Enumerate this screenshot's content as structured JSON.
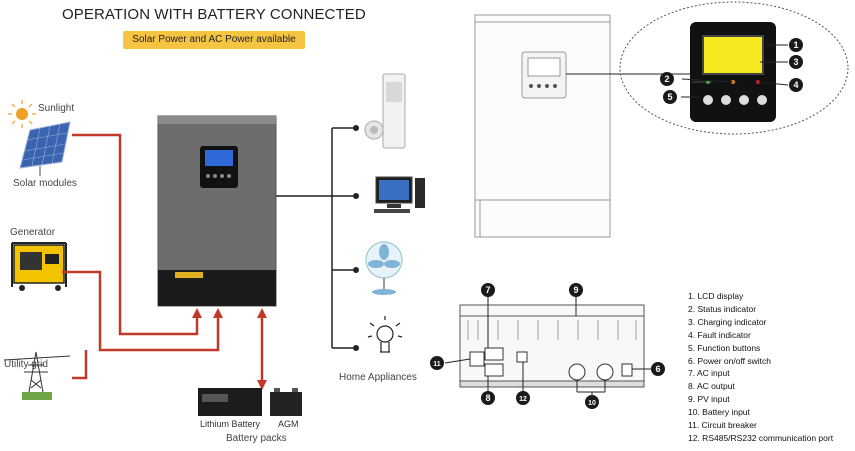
{
  "title": "OPERATION WITH BATTERY CONNECTED",
  "subtitle": "Solar Power and AC Power available",
  "sources": {
    "sunlight": "Sunlight",
    "solar_modules": "Solar modules",
    "generator": "Generator",
    "utility_grid": "Utility grid"
  },
  "batteries": {
    "lithium": "Lithium Battery",
    "agm": "AGM",
    "packs": "Battery packs"
  },
  "home_appliances": "Home Appliances",
  "callouts": [
    "1",
    "2",
    "3",
    "4",
    "5",
    "6",
    "7",
    "8",
    "9",
    "10",
    "11",
    "12"
  ],
  "legend": [
    "1.  LCD display",
    "2.  Status indicator",
    "3.  Charging indicator",
    "4.  Fault indicator",
    "5.  Function buttons",
    "6.  Power on/off switch",
    "7.  AC input",
    "8.  AC output",
    "9.  PV input",
    "10. Battery input",
    "11. Circuit breaker",
    "12. RS485/RS232 communication port"
  ],
  "colors": {
    "wire_red": "#c0392b",
    "wire_black": "#222222",
    "badge": "#f5c542",
    "inverter_body": "#6d6d6d",
    "callout": "#1a1a1a"
  }
}
